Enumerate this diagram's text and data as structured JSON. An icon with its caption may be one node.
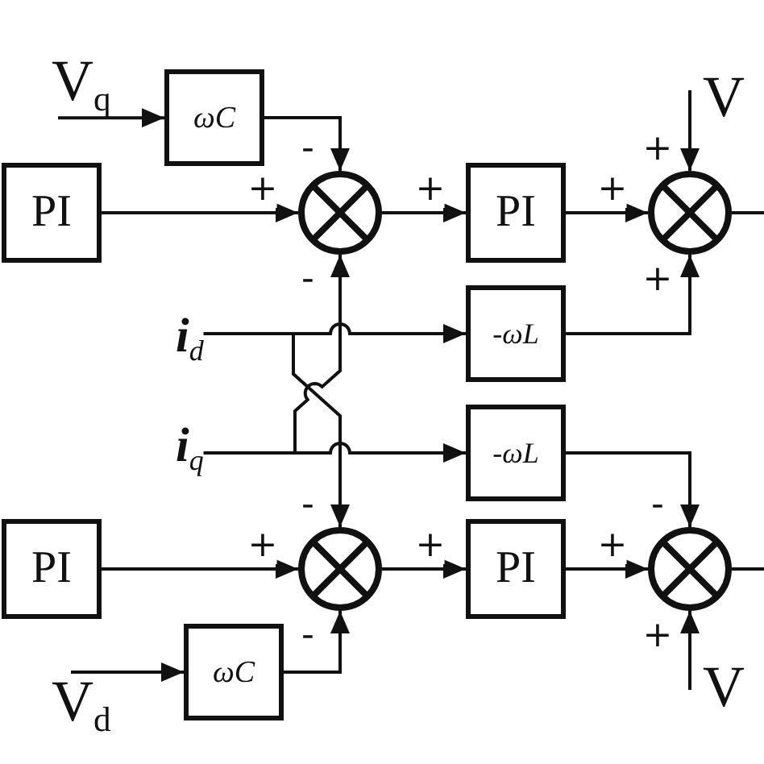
{
  "diagram": {
    "nodes": [
      {
        "text": [
          "V$_{q}$"
        ]
      },
      {
        "text": [
          "ωC"
        ]
      },
      {
        "text": [
          "V"
        ]
      },
      {
        "text": [
          "PI"
        ]
      },
      {
        "text": [],
        "shape": "circle"
      },
      {
        "text": [
          "PI"
        ]
      },
      {
        "text": [],
        "shape": "circle"
      },
      {
        "text": [
          "**i**$_{d}$"
        ]
      },
      {
        "text": [
          "-ωL"
        ]
      },
      {
        "text": [
          "**i**$_{q}$"
        ]
      },
      {
        "text": [
          "-ωL"
        ]
      },
      {
        "text": [
          "PI"
        ]
      },
      {
        "text": [],
        "shape": "circle"
      },
      {
        "text": [
          "PI"
        ]
      },
      {
        "text": [],
        "shape": "circle"
      },
      {
        "text": [
          "ωC"
        ]
      },
      {
        "text": [
          "V$_{d}$"
        ]
      },
      {
        "text": [
          "V"
        ]
      }
    ],
    "edges": [
      {
        "from": 0,
        "to": 1,
        "arrow": "to"
      },
      {
        "from": 1,
        "to": 4,
        "arrow": "to",
        "label": "-"
      },
      {
        "from": 2,
        "to": 6,
        "arrow": "to",
        "label": "+"
      },
      {
        "from": 3,
        "to": 4,
        "arrow": "to",
        "label": "+"
      },
      {
        "from": 4,
        "to": 5,
        "arrow": "to",
        "label": "+"
      },
      {
        "from": 5,
        "to": 6,
        "arrow": "to",
        "label": "+"
      },
      {
        "from": 6,
        "to": null,
        "arrow": "none"
      },
      {
        "from": 9,
        "to": 4,
        "arrow": "to",
        "label": "-"
      },
      {
        "from": 8,
        "to": 6,
        "arrow": "to",
        "label": "+"
      },
      {
        "from": 7,
        "to": 8,
        "arrow": "to"
      },
      {
        "from": 7,
        "to": 12,
        "arrow": "to",
        "label": "-"
      },
      {
        "from": 9,
        "to": 10,
        "arrow": "to"
      },
      {
        "from": 10,
        "to": 14,
        "arrow": "to",
        "label": "-"
      },
      {
        "from": 11,
        "to": 12,
        "arrow": "to",
        "label": "+"
      },
      {
        "from": 12,
        "to": 13,
        "arrow": "to",
        "label": "+"
      },
      {
        "from": 13,
        "to": 14,
        "arrow": "to",
        "label": "+"
      },
      {
        "from": 14,
        "to": null,
        "arrow": "none"
      },
      {
        "from": 15,
        "to": 12,
        "arrow": "to",
        "label": "-"
      },
      {
        "from": 17,
        "to": 14,
        "arrow": "to",
        "label": "+"
      },
      {
        "from": 16,
        "to": 15,
        "arrow": "to"
      }
    ]
  }
}
